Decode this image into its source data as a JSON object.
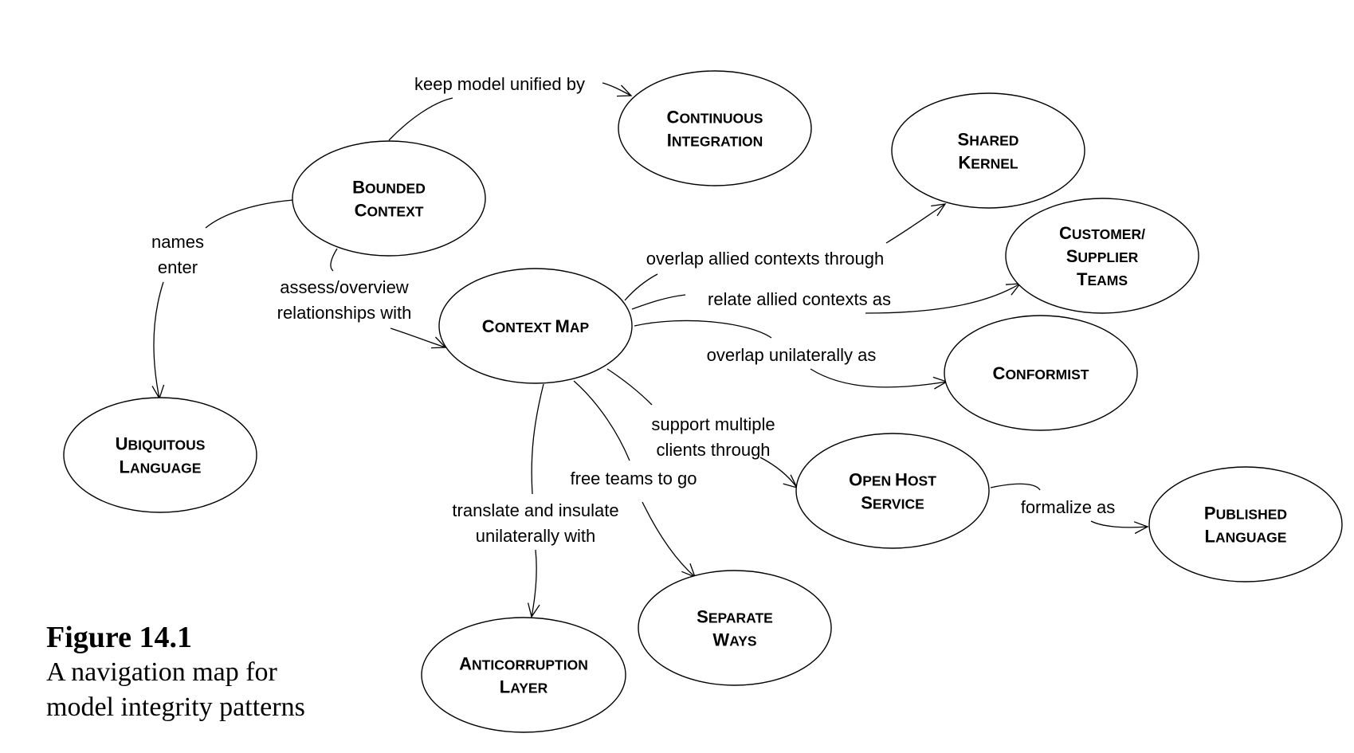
{
  "figure": {
    "title": "Figure 14.1",
    "caption_lines": [
      "A navigation map for",
      "model integrity patterns"
    ]
  },
  "nodes": [
    {
      "id": "bounded_context",
      "lines": [
        "BOUNDED",
        "CONTEXT"
      ]
    },
    {
      "id": "continuous_integration",
      "lines": [
        "CONTINUOUS",
        "INTEGRATION"
      ]
    },
    {
      "id": "shared_kernel",
      "lines": [
        "SHARED",
        "KERNEL"
      ]
    },
    {
      "id": "customer_supplier_teams",
      "lines": [
        "CUSTOMER/",
        "SUPPLIER",
        "TEAMS"
      ]
    },
    {
      "id": "context_map",
      "lines": [
        "CONTEXT MAP"
      ]
    },
    {
      "id": "conformist",
      "lines": [
        "CONFORMIST"
      ]
    },
    {
      "id": "ubiquitous_language",
      "lines": [
        "UBIQUITOUS",
        "LANGUAGE"
      ]
    },
    {
      "id": "open_host_service",
      "lines": [
        "OPEN HOST",
        "SERVICE"
      ]
    },
    {
      "id": "published_language",
      "lines": [
        "PUBLISHED",
        "LANGUAGE"
      ]
    },
    {
      "id": "separate_ways",
      "lines": [
        "SEPARATE",
        "WAYS"
      ]
    },
    {
      "id": "anticorruption_layer",
      "lines": [
        "ANTICORRUPTION",
        "LAYER"
      ]
    }
  ],
  "edges": [
    {
      "id": "bc_ci",
      "from": "bounded_context",
      "to": "continuous_integration",
      "label_lines": [
        "keep model unified by"
      ]
    },
    {
      "id": "bc_ul",
      "from": "bounded_context",
      "to": "ubiquitous_language",
      "label_lines": [
        "names",
        "enter"
      ]
    },
    {
      "id": "bc_cm",
      "from": "bounded_context",
      "to": "context_map",
      "label_lines": [
        "assess/overview",
        "relationships with"
      ]
    },
    {
      "id": "cm_sk",
      "from": "context_map",
      "to": "shared_kernel",
      "label_lines": [
        "overlap allied contexts through"
      ]
    },
    {
      "id": "cm_cst",
      "from": "context_map",
      "to": "customer_supplier_teams",
      "label_lines": [
        "relate allied contexts as"
      ]
    },
    {
      "id": "cm_cf",
      "from": "context_map",
      "to": "conformist",
      "label_lines": [
        "overlap unilaterally as"
      ]
    },
    {
      "id": "cm_ohs",
      "from": "context_map",
      "to": "open_host_service",
      "label_lines": [
        "support multiple",
        "clients through"
      ]
    },
    {
      "id": "cm_sw",
      "from": "context_map",
      "to": "separate_ways",
      "label_lines": [
        "free teams to go"
      ]
    },
    {
      "id": "cm_acl",
      "from": "context_map",
      "to": "anticorruption_layer",
      "label_lines": [
        "translate and insulate",
        "unilaterally with"
      ]
    },
    {
      "id": "ohs_pl",
      "from": "open_host_service",
      "to": "published_language",
      "label_lines": [
        "formalize as"
      ]
    }
  ]
}
